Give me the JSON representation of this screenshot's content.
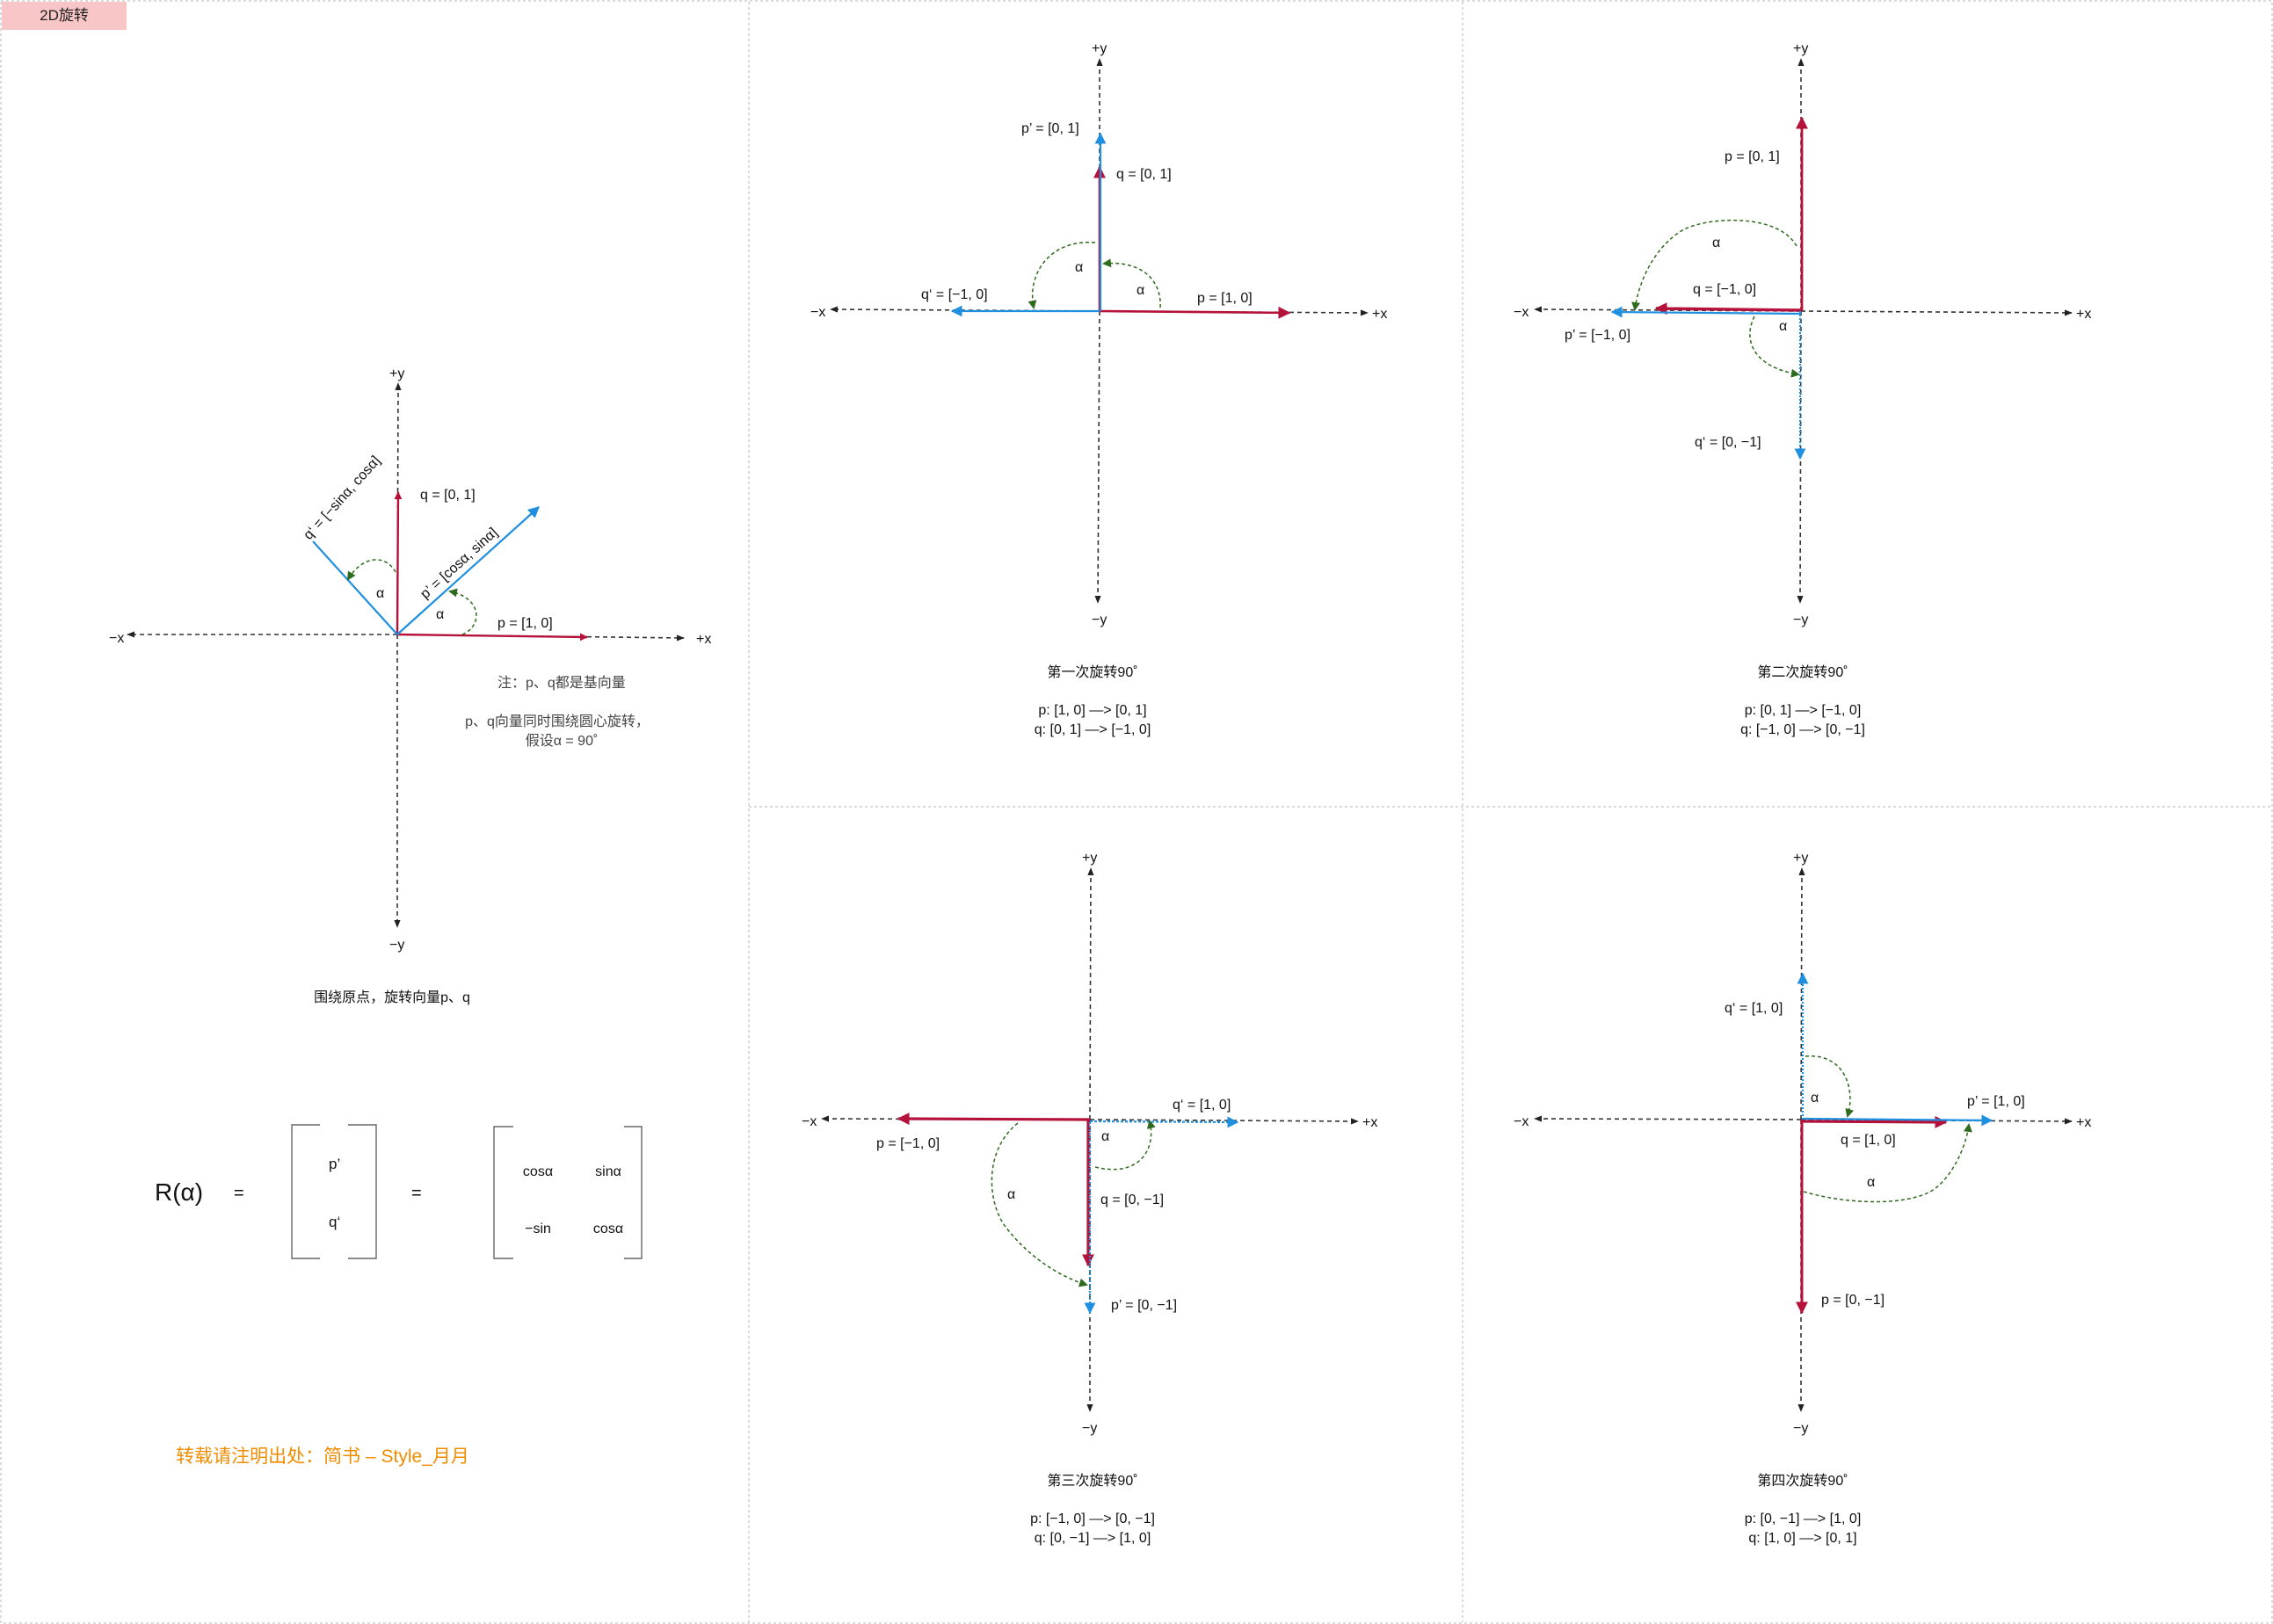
{
  "frame": {
    "label": "2D旋转",
    "tab_color": "#f8c6c6"
  },
  "colors": {
    "vector_red": "#b5123b",
    "vector_blue": "#1f8fe0",
    "angle_arc": "#2e6b1e",
    "axis": "#333333",
    "credit": "#f08c00",
    "panel_border": "#cfcfcf"
  },
  "axes": {
    "pos_x": "+x",
    "neg_x": "−x",
    "pos_y": "+y",
    "neg_y": "−y"
  },
  "main": {
    "p_label": "p = [1, 0]",
    "q_label": "q = [0, 1]",
    "p_prime_label": "p’ = [cosα, sinα]",
    "q_prime_label": "q‘ = [−sinα, cosα]",
    "alpha": "α",
    "note_1": "注：p、q都是基向量",
    "note_2": "p、q向量同时围绕圆心旋转，",
    "note_3": "假设α = 90˚",
    "caption": "围绕原点，旋转向量p、q"
  },
  "matrix": {
    "lhs": "R(α)",
    "eq": "=",
    "rows": [
      "p’",
      "q‘"
    ],
    "cells": [
      [
        "cosα",
        "sinα"
      ],
      [
        "−sin",
        "cosα"
      ]
    ]
  },
  "credit": "转载请注明出处：简书 – Style_月月",
  "panels": [
    {
      "p_label": "p = [1, 0]",
      "q_label": "q = [0, 1]",
      "p_prime_label": "p’ = [0, 1]",
      "q_prime_label": "q‘ = [−1, 0]",
      "alpha": "α",
      "caption": "第一次旋转90˚",
      "line_p": "p:  [1,  0]  —> [0,  1]",
      "line_q": "q:  [0,  1] —> [−1,  0]"
    },
    {
      "p_label": "p = [0, 1]",
      "q_label": "q = [−1, 0]",
      "p_prime_label": "p’ = [−1, 0]",
      "q_prime_label": "q‘ = [0, −1]",
      "alpha": "α",
      "caption": "第二次旋转90˚",
      "line_p": "p:   [0,  1] —> [−1,  0]",
      "line_q": "q:   [−1,  0] —> [0,   −1]"
    },
    {
      "p_label": "p = [−1, 0]",
      "q_label": "q = [0, −1]",
      "p_prime_label": "p’ = [0, −1]",
      "q_prime_label": "q‘ = [1, 0]",
      "alpha": "α",
      "caption": "第三次旋转90˚",
      "line_p": "p:    [−1,  0] —> [0,  −1]",
      "line_q": "q:    [0,   −1] —> [1,    0]"
    },
    {
      "p_label": "p = [0, −1]",
      "q_label": "q = [1, 0]",
      "p_prime_label": "p’ = [1, 0]",
      "q_prime_label": "q‘ = [1, 0]",
      "alpha": "α",
      "caption": "第四次旋转90˚",
      "line_p": "p:    [0,  −1] —> [1,  0]",
      "line_q": "q:     [1,   0] —> [0,  1]"
    }
  ]
}
